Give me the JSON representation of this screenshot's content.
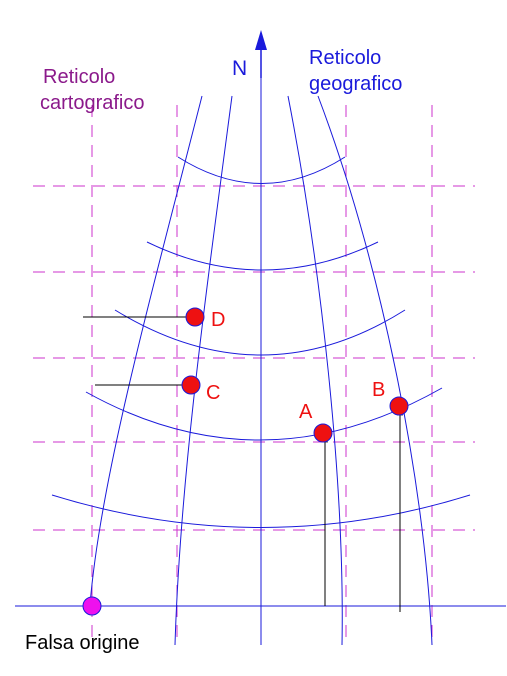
{
  "labels": {
    "north": "N",
    "grid_cartographic": [
      "Reticolo",
      "cartografico"
    ],
    "grid_geographic": [
      "Reticolo",
      "geografico"
    ],
    "false_origin": "Falsa origine"
  },
  "points": [
    {
      "name": "A",
      "label": "A"
    },
    {
      "name": "B",
      "label": "B"
    },
    {
      "name": "C",
      "label": "C"
    },
    {
      "name": "D",
      "label": "D"
    }
  ],
  "colors": {
    "geographic_grid": "#1a1adb",
    "cartographic_grid": "#cc33cc",
    "cartographic_text": "#8b1a8b",
    "point_fill": "#ee1111",
    "point_text": "#ee1111",
    "origin_fill": "#ee11ee",
    "north_arrow": "#1a1adb",
    "arrow": "#000000",
    "origin_text": "#000000"
  }
}
